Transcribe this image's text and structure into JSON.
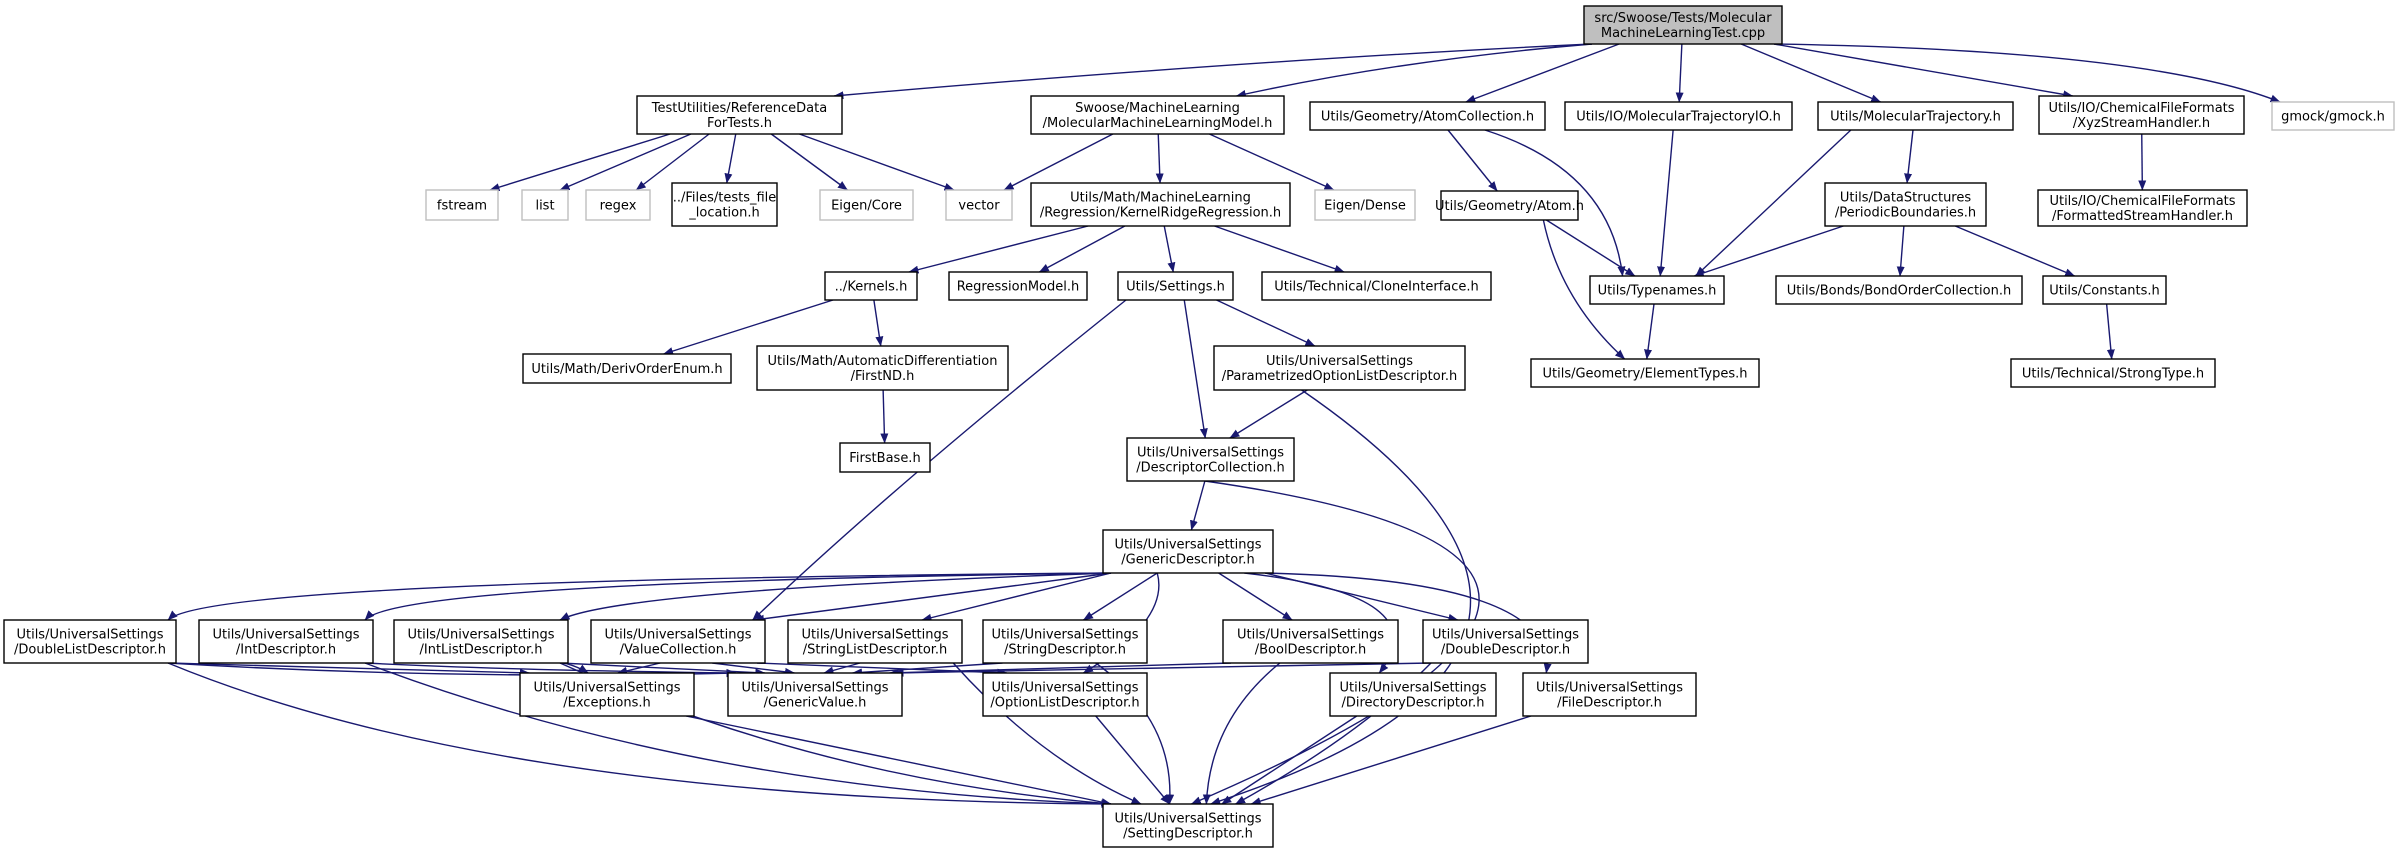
{
  "colors": {
    "edge": "#191970",
    "node_border": "#000000",
    "external_border": "#bfbfbf",
    "root_fill": "#bfbfbf",
    "node_fill": "#ffffff",
    "text": "#000000"
  },
  "nodes": {
    "root": {
      "lines": [
        "src/Swoose/Tests/Molecular",
        "MachineLearningTest.cpp"
      ],
      "kind": "root"
    },
    "refdata": {
      "lines": [
        "TestUtilities/ReferenceData",
        "ForTests.h"
      ],
      "kind": "internal"
    },
    "fstream": {
      "lines": [
        "fstream"
      ],
      "kind": "external"
    },
    "list": {
      "lines": [
        "list"
      ],
      "kind": "external"
    },
    "regex": {
      "lines": [
        "regex"
      ],
      "kind": "external"
    },
    "testsfile": {
      "lines": [
        "../Files/tests_file",
        "_location.h"
      ],
      "kind": "internal"
    },
    "eigencore": {
      "lines": [
        "Eigen/Core"
      ],
      "kind": "external"
    },
    "vector": {
      "lines": [
        "vector"
      ],
      "kind": "external"
    },
    "mlmodel": {
      "lines": [
        "Swoose/MachineLearning",
        "/MolecularMachineLearningModel.h"
      ],
      "kind": "internal"
    },
    "eigendense": {
      "lines": [
        "Eigen/Dense"
      ],
      "kind": "external"
    },
    "krr": {
      "lines": [
        "Utils/Math/MachineLearning",
        "/Regression/KernelRidgeRegression.h"
      ],
      "kind": "internal"
    },
    "kernels": {
      "lines": [
        "../Kernels.h"
      ],
      "kind": "internal"
    },
    "regmodel": {
      "lines": [
        "RegressionModel.h"
      ],
      "kind": "internal"
    },
    "settings": {
      "lines": [
        "Utils/Settings.h"
      ],
      "kind": "internal"
    },
    "clone": {
      "lines": [
        "Utils/Technical/CloneInterface.h"
      ],
      "kind": "internal"
    },
    "derivorder": {
      "lines": [
        "Utils/Math/DerivOrderEnum.h"
      ],
      "kind": "internal"
    },
    "firstnd": {
      "lines": [
        "Utils/Math/AutomaticDifferentiation",
        "/FirstND.h"
      ],
      "kind": "internal"
    },
    "firstbase": {
      "lines": [
        "FirstBase.h"
      ],
      "kind": "internal"
    },
    "paramopt": {
      "lines": [
        "Utils/UniversalSettings",
        "/ParametrizedOptionListDescriptor.h"
      ],
      "kind": "internal"
    },
    "desccoll": {
      "lines": [
        "Utils/UniversalSettings",
        "/DescriptorCollection.h"
      ],
      "kind": "internal"
    },
    "genericdesc": {
      "lines": [
        "Utils/UniversalSettings",
        "/GenericDescriptor.h"
      ],
      "kind": "internal"
    },
    "doublelist": {
      "lines": [
        "Utils/UniversalSettings",
        "/DoubleListDescriptor.h"
      ],
      "kind": "internal"
    },
    "intdesc": {
      "lines": [
        "Utils/UniversalSettings",
        "/IntDescriptor.h"
      ],
      "kind": "internal"
    },
    "intlist": {
      "lines": [
        "Utils/UniversalSettings",
        "/IntListDescriptor.h"
      ],
      "kind": "internal"
    },
    "valuecoll": {
      "lines": [
        "Utils/UniversalSettings",
        "/ValueCollection.h"
      ],
      "kind": "internal"
    },
    "stringlist": {
      "lines": [
        "Utils/UniversalSettings",
        "/StringListDescriptor.h"
      ],
      "kind": "internal"
    },
    "stringdesc": {
      "lines": [
        "Utils/UniversalSettings",
        "/StringDescriptor.h"
      ],
      "kind": "internal"
    },
    "booldesc": {
      "lines": [
        "Utils/UniversalSettings",
        "/BoolDescriptor.h"
      ],
      "kind": "internal"
    },
    "doubledesc": {
      "lines": [
        "Utils/UniversalSettings",
        "/DoubleDescriptor.h"
      ],
      "kind": "internal"
    },
    "exceptions": {
      "lines": [
        "Utils/UniversalSettings",
        "/Exceptions.h"
      ],
      "kind": "internal"
    },
    "genericvalue": {
      "lines": [
        "Utils/UniversalSettings",
        "/GenericValue.h"
      ],
      "kind": "internal"
    },
    "optionlist": {
      "lines": [
        "Utils/UniversalSettings",
        "/OptionListDescriptor.h"
      ],
      "kind": "internal"
    },
    "dirdesc": {
      "lines": [
        "Utils/UniversalSettings",
        "/DirectoryDescriptor.h"
      ],
      "kind": "internal"
    },
    "filedesc": {
      "lines": [
        "Utils/UniversalSettings",
        "/FileDescriptor.h"
      ],
      "kind": "internal"
    },
    "settingdesc": {
      "lines": [
        "Utils/UniversalSettings",
        "/SettingDescriptor.h"
      ],
      "kind": "internal"
    },
    "atomcoll": {
      "lines": [
        "Utils/Geometry/AtomCollection.h"
      ],
      "kind": "internal"
    },
    "atom": {
      "lines": [
        "Utils/Geometry/Atom.h"
      ],
      "kind": "internal"
    },
    "moltrajio": {
      "lines": [
        "Utils/IO/MolecularTrajectoryIO.h"
      ],
      "kind": "internal"
    },
    "moltraj": {
      "lines": [
        "Utils/MolecularTrajectory.h"
      ],
      "kind": "internal"
    },
    "typenames": {
      "lines": [
        "Utils/Typenames.h"
      ],
      "kind": "internal"
    },
    "elementtypes": {
      "lines": [
        "Utils/Geometry/ElementTypes.h"
      ],
      "kind": "internal"
    },
    "periodic": {
      "lines": [
        "Utils/DataStructures",
        "/PeriodicBoundaries.h"
      ],
      "kind": "internal"
    },
    "bondorder": {
      "lines": [
        "Utils/Bonds/BondOrderCollection.h"
      ],
      "kind": "internal"
    },
    "constants": {
      "lines": [
        "Utils/Constants.h"
      ],
      "kind": "internal"
    },
    "strongtype": {
      "lines": [
        "Utils/Technical/StrongType.h"
      ],
      "kind": "internal"
    },
    "xyz": {
      "lines": [
        "Utils/IO/ChemicalFileFormats",
        "/XyzStreamHandler.h"
      ],
      "kind": "internal"
    },
    "formatted": {
      "lines": [
        "Utils/IO/ChemicalFileFormats",
        "/FormattedStreamHandler.h"
      ],
      "kind": "internal"
    },
    "gmock": {
      "lines": [
        "gmock/gmock.h"
      ],
      "kind": "external"
    }
  },
  "edges": [
    [
      "root",
      "refdata"
    ],
    [
      "root",
      "mlmodel"
    ],
    [
      "root",
      "atomcoll"
    ],
    [
      "root",
      "moltrajio"
    ],
    [
      "root",
      "moltraj"
    ],
    [
      "root",
      "xyz"
    ],
    [
      "root",
      "gmock"
    ],
    [
      "refdata",
      "fstream"
    ],
    [
      "refdata",
      "list"
    ],
    [
      "refdata",
      "regex"
    ],
    [
      "refdata",
      "testsfile"
    ],
    [
      "refdata",
      "eigencore"
    ],
    [
      "refdata",
      "vector"
    ],
    [
      "mlmodel",
      "vector"
    ],
    [
      "mlmodel",
      "krr"
    ],
    [
      "mlmodel",
      "eigendense"
    ],
    [
      "krr",
      "kernels"
    ],
    [
      "krr",
      "regmodel"
    ],
    [
      "krr",
      "settings"
    ],
    [
      "krr",
      "clone"
    ],
    [
      "kernels",
      "derivorder"
    ],
    [
      "kernels",
      "firstnd"
    ],
    [
      "firstnd",
      "firstbase"
    ],
    [
      "settings",
      "paramopt"
    ],
    [
      "settings",
      "desccoll"
    ],
    [
      "settings",
      "valuecoll"
    ],
    [
      "paramopt",
      "desccoll"
    ],
    [
      "paramopt",
      "settingdesc"
    ],
    [
      "desccoll",
      "genericdesc"
    ],
    [
      "desccoll",
      "settingdesc"
    ],
    [
      "genericdesc",
      "doublelist"
    ],
    [
      "genericdesc",
      "intdesc"
    ],
    [
      "genericdesc",
      "intlist"
    ],
    [
      "genericdesc",
      "valuecoll"
    ],
    [
      "genericdesc",
      "stringlist"
    ],
    [
      "genericdesc",
      "stringdesc"
    ],
    [
      "genericdesc",
      "booldesc"
    ],
    [
      "genericdesc",
      "doubledesc"
    ],
    [
      "genericdesc",
      "optionlist"
    ],
    [
      "genericdesc",
      "dirdesc"
    ],
    [
      "genericdesc",
      "filedesc"
    ],
    [
      "doublelist",
      "exceptions"
    ],
    [
      "doublelist",
      "genericvalue"
    ],
    [
      "doublelist",
      "settingdesc"
    ],
    [
      "intdesc",
      "genericvalue"
    ],
    [
      "intdesc",
      "settingdesc"
    ],
    [
      "intlist",
      "exceptions"
    ],
    [
      "intlist",
      "genericvalue"
    ],
    [
      "intlist",
      "settingdesc"
    ],
    [
      "valuecoll",
      "exceptions"
    ],
    [
      "valuecoll",
      "genericvalue"
    ],
    [
      "valuecoll",
      "optionlist"
    ],
    [
      "stringlist",
      "genericvalue"
    ],
    [
      "stringlist",
      "settingdesc"
    ],
    [
      "stringdesc",
      "genericvalue"
    ],
    [
      "stringdesc",
      "settingdesc"
    ],
    [
      "booldesc",
      "genericvalue"
    ],
    [
      "booldesc",
      "settingdesc"
    ],
    [
      "doubledesc",
      "genericvalue"
    ],
    [
      "doubledesc",
      "settingdesc"
    ],
    [
      "exceptions",
      "settingdesc"
    ],
    [
      "optionlist",
      "settingdesc"
    ],
    [
      "dirdesc",
      "settingdesc"
    ],
    [
      "filedesc",
      "settingdesc"
    ],
    [
      "atomcoll",
      "atom"
    ],
    [
      "atomcoll",
      "typenames"
    ],
    [
      "atom",
      "typenames"
    ],
    [
      "atom",
      "elementtypes"
    ],
    [
      "moltrajio",
      "typenames"
    ],
    [
      "moltraj",
      "typenames"
    ],
    [
      "moltraj",
      "periodic"
    ],
    [
      "typenames",
      "elementtypes"
    ],
    [
      "periodic",
      "typenames"
    ],
    [
      "periodic",
      "bondorder"
    ],
    [
      "periodic",
      "constants"
    ],
    [
      "constants",
      "strongtype"
    ],
    [
      "xyz",
      "formatted"
    ]
  ]
}
